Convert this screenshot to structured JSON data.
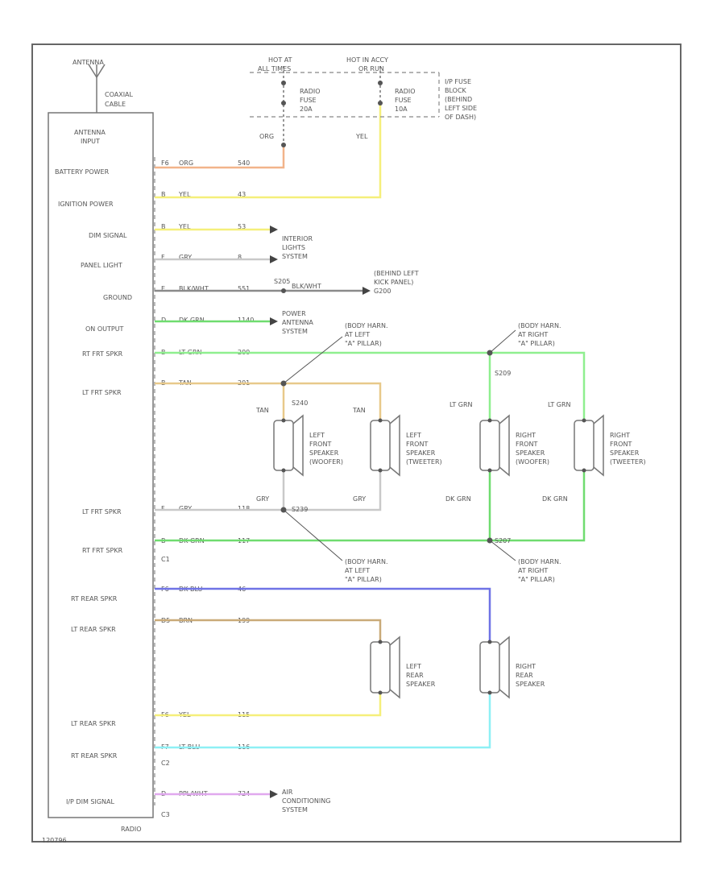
{
  "diagram": {
    "radio_title": "RADIO",
    "antenna_label": "ANTENNA",
    "coax_label": [
      "COAXIAL",
      "CABLE"
    ],
    "antenna_input": [
      "ANTENNA",
      "INPUT"
    ],
    "pins": [
      {
        "label": "BATTERY POWER",
        "pin": "F6",
        "color_code": "ORG",
        "circuit": "540"
      },
      {
        "label": "IGNITION POWER",
        "pin": "B",
        "color_code": "YEL",
        "circuit": "43"
      },
      {
        "label": "DIM SIGNAL",
        "pin": "B",
        "color_code": "YEL",
        "circuit": "53"
      },
      {
        "label": "PANEL LIGHT",
        "pin": "F",
        "color_code": "GRY",
        "circuit": "8"
      },
      {
        "label": "GROUND",
        "pin": "E",
        "color_code": "BLK/WHT",
        "circuit": "551"
      },
      {
        "label": "ON OUTPUT",
        "pin": "D",
        "color_code": "DK GRN",
        "circuit": "1140"
      },
      {
        "label": "RT FRT SPKR",
        "pin": "B",
        "color_code": "LT GRN",
        "circuit": "200"
      },
      {
        "label": "LT FRT SPKR",
        "pin": "B",
        "color_code": "TAN",
        "circuit": "201"
      },
      {
        "label": "LT FRT SPKR",
        "pin": "F",
        "color_code": "GRY",
        "circuit": "118"
      },
      {
        "label": "RT FRT SPKR",
        "pin": "B",
        "color_code": "DK GRN",
        "circuit": "117"
      },
      {
        "label": "RT REAR SPKR",
        "pin": "F6",
        "color_code": "DK BLU",
        "circuit": "46"
      },
      {
        "label": "LT REAR SPKR",
        "pin": "D5",
        "color_code": "BRN",
        "circuit": "199"
      },
      {
        "label": "LT REAR SPKR",
        "pin": "F6",
        "color_code": "YEL",
        "circuit": "115"
      },
      {
        "label": "RT REAR SPKR",
        "pin": "F7",
        "color_code": "LT BLU",
        "circuit": "116"
      },
      {
        "label": "I/P DIM SIGNAL",
        "pin": "D",
        "color_code": "PPL/WHT",
        "circuit": "724"
      }
    ],
    "connectors": [
      "C1",
      "C2",
      "C3"
    ],
    "fuses": {
      "hot_at": [
        "HOT AT",
        "ALL TIMES"
      ],
      "hot_in": [
        "HOT IN ACCY",
        "OR RUN"
      ],
      "fuse1": [
        "RADIO",
        "FUSE",
        "20A"
      ],
      "fuse2": [
        "RADIO",
        "FUSE",
        "10A"
      ],
      "block": [
        "I/P FUSE",
        "BLOCK",
        "(BEHIND",
        "LEFT SIDE",
        "OF DASH)"
      ],
      "org_label": "ORG",
      "yel_label": "YEL"
    },
    "destinations": {
      "interior": [
        "INTERIOR",
        "LIGHTS",
        "SYSTEM"
      ],
      "ground": [
        "(BEHIND LEFT",
        "KICK PANEL)",
        "G200"
      ],
      "ground_wire": "BLK/WHT",
      "ground_tag": "S205",
      "power_antenna": [
        "POWER",
        "ANTENNA",
        "SYSTEM"
      ],
      "ac": [
        "AIR",
        "CONDITIONING",
        "SYSTEM"
      ]
    },
    "splices": {
      "top_left": [
        "(BODY HARN.",
        "AT LEFT",
        "\"A\" PILLAR)"
      ],
      "top_right": [
        "(BODY HARN.",
        "AT RIGHT",
        "\"A\" PILLAR)"
      ],
      "bot_left": [
        "(BODY HARN.",
        "AT LEFT",
        "\"A\" PILLAR)"
      ],
      "bot_right": [
        "(BODY HARN.",
        "AT RIGHT",
        "\"A\" PILLAR)"
      ],
      "s240": "S240",
      "s239": "S239",
      "s209": "S209",
      "s207": "S207"
    },
    "speakers": {
      "lf_woofer": [
        "LEFT",
        "FRONT",
        "SPEAKER",
        "(WOOFER)"
      ],
      "lf_tweeter": [
        "LEFT",
        "FRONT",
        "SPEAKER",
        "(TWEETER)"
      ],
      "rf_woofer": [
        "RIGHT",
        "FRONT",
        "SPEAKER",
        "(WOOFER)"
      ],
      "rf_tweeter": [
        "RIGHT",
        "FRONT",
        "SPEAKER",
        "(TWEETER)"
      ],
      "left_rear": [
        "LEFT",
        "REAR",
        "SPEAKER"
      ],
      "right_rear": [
        "RIGHT",
        "REAR",
        "SPEAKER"
      ]
    },
    "wire_labels": {
      "tan1": "TAN",
      "tan2": "TAN",
      "gry1": "GRY",
      "gry2": "GRY",
      "ltgrn1": "LT GRN",
      "ltgrn2": "LT GRN",
      "dkgrn1": "DK GRN",
      "dkgrn2": "DK GRN"
    },
    "footer_code": "120796",
    "wire_colors": {
      "org": "#f2b48a",
      "yel": "#f5ef7a",
      "gry": "#c9c9c9",
      "blk": "#8a8a8a",
      "ltgrn": "#8fef8f",
      "tan": "#e8c98a",
      "dkgrn": "#6fdc6f",
      "dkblu": "#6f73e6",
      "brn": "#c9aa78",
      "ltblu": "#8ef0f5",
      "ppl": "#e0a8ee"
    }
  }
}
